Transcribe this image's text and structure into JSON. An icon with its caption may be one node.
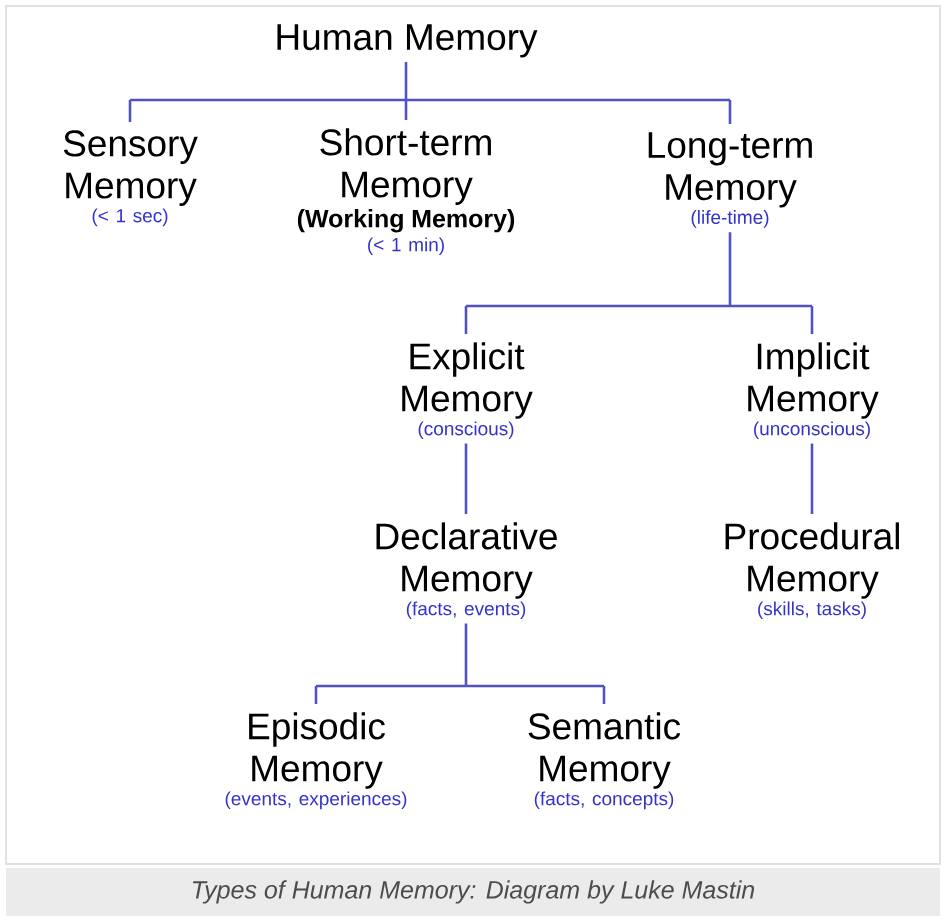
{
  "diagram": {
    "caption": "Types of Human Memory: Diagram by Luke Mastin",
    "nodes": [
      {
        "text": [
          "Human Memory"
        ]
      },
      {
        "text": [
          "Sensory Memory",
          "(< 1 sec)"
        ]
      },
      {
        "text": [
          "Short-term Memory",
          "(Working Memory)",
          "(< 1 min)"
        ]
      },
      {
        "text": [
          "Long-term Memory",
          "(life-time)"
        ]
      },
      {
        "text": [
          "Explicit Memory",
          "(conscious)"
        ]
      },
      {
        "text": [
          "Implicit Memory",
          "(unconscious)"
        ]
      },
      {
        "text": [
          "Declarative Memory",
          "(facts, events)"
        ]
      },
      {
        "text": [
          "Procedural Memory",
          "(skills, tasks)"
        ]
      },
      {
        "text": [
          "Episodic Memory",
          "(events, experiences)"
        ]
      },
      {
        "text": [
          "Semantic Memory",
          "(facts, concepts)"
        ]
      }
    ],
    "edges": [
      {
        "from": 0,
        "to": 1,
        "arrow": "none"
      },
      {
        "from": 0,
        "to": 2,
        "arrow": "none"
      },
      {
        "from": 0,
        "to": 3,
        "arrow": "none"
      },
      {
        "from": 3,
        "to": 4,
        "arrow": "none"
      },
      {
        "from": 3,
        "to": 5,
        "arrow": "none"
      },
      {
        "from": 4,
        "to": 6,
        "arrow": "none"
      },
      {
        "from": 5,
        "to": 7,
        "arrow": "none"
      },
      {
        "from": 6,
        "to": 8,
        "arrow": "none"
      },
      {
        "from": 6,
        "to": 9,
        "arrow": "none"
      }
    ]
  }
}
